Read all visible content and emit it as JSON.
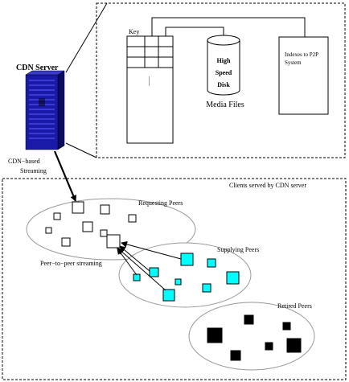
{
  "server": {
    "title": "CDN Server"
  },
  "cdn_link": {
    "label_line1": "CDN−based",
    "label_line2": "Streaming"
  },
  "storage": {
    "key_label": "Key",
    "ellipsis": "......",
    "disk_line1": "High",
    "disk_line2": "Speed",
    "disk_line3": "Disk",
    "disk_caption": "Media Files",
    "index_line1": "Indexes to P2P",
    "index_line2": "System"
  },
  "clients": {
    "title": "Clients served by CDN server",
    "requesting_label": "Requesting Peers",
    "supplying_label": "Supplying Peers",
    "retired_label": "Retired Peers",
    "p2p_label": "Peer−to−peer streaming"
  },
  "colors": {
    "server": "#1a1aa8",
    "supplying_peer": "#00ffff",
    "retired_peer": "#000000",
    "requesting_peer": "#ffffff"
  }
}
